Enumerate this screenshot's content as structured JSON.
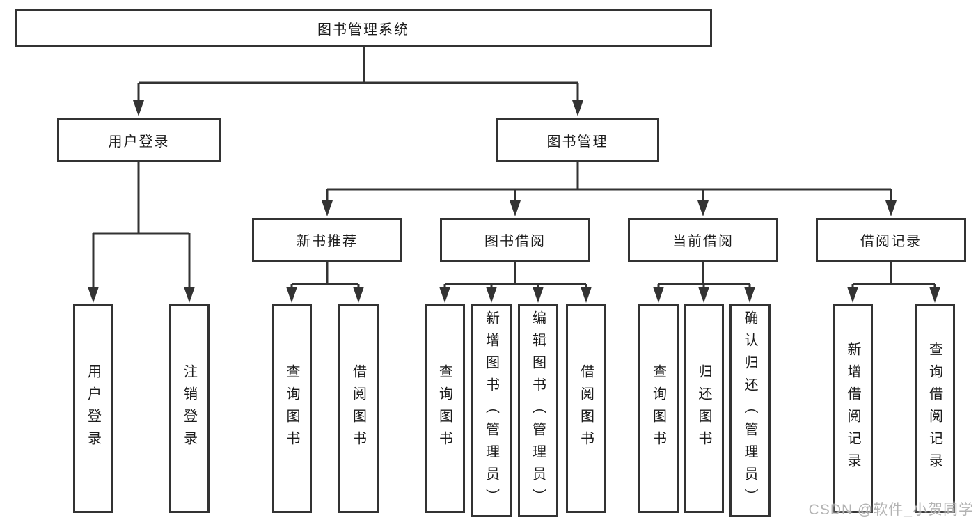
{
  "diagram": {
    "type": "hierarchy-tree",
    "root": {
      "label": "图书管理系统"
    },
    "level2": [
      {
        "label": "用户登录"
      },
      {
        "label": "图书管理"
      }
    ],
    "level3": [
      {
        "label": "新书推荐",
        "parent": "图书管理"
      },
      {
        "label": "图书借阅",
        "parent": "图书管理"
      },
      {
        "label": "当前借阅",
        "parent": "图书管理"
      },
      {
        "label": "借阅记录",
        "parent": "图书管理"
      }
    ],
    "leaves": [
      {
        "label": "用户登录",
        "parent": "用户登录"
      },
      {
        "label": "注销登录",
        "parent": "用户登录"
      },
      {
        "label": "查询图书",
        "parent": "新书推荐"
      },
      {
        "label": "借阅图书",
        "parent": "新书推荐"
      },
      {
        "label": "查询图书",
        "parent": "图书借阅"
      },
      {
        "label": "新增图书（管理员）",
        "parent": "图书借阅"
      },
      {
        "label": "编辑图书（管理员）",
        "parent": "图书借阅"
      },
      {
        "label": "借阅图书",
        "parent": "图书借阅"
      },
      {
        "label": "查询图书",
        "parent": "当前借阅"
      },
      {
        "label": "归还图书",
        "parent": "当前借阅"
      },
      {
        "label": "确认归还（管理员）",
        "parent": "当前借阅"
      },
      {
        "label": "新增借阅记录",
        "parent": "借阅记录"
      },
      {
        "label": "查询借阅记录",
        "parent": "借阅记录"
      }
    ]
  },
  "watermark": {
    "text": "CSDN @软件_小贺同学"
  },
  "colors": {
    "line": "#333333",
    "box_border": "#333333",
    "text": "#1b1b1b",
    "watermark": "#b3b3b3",
    "background": "#ffffff"
  }
}
